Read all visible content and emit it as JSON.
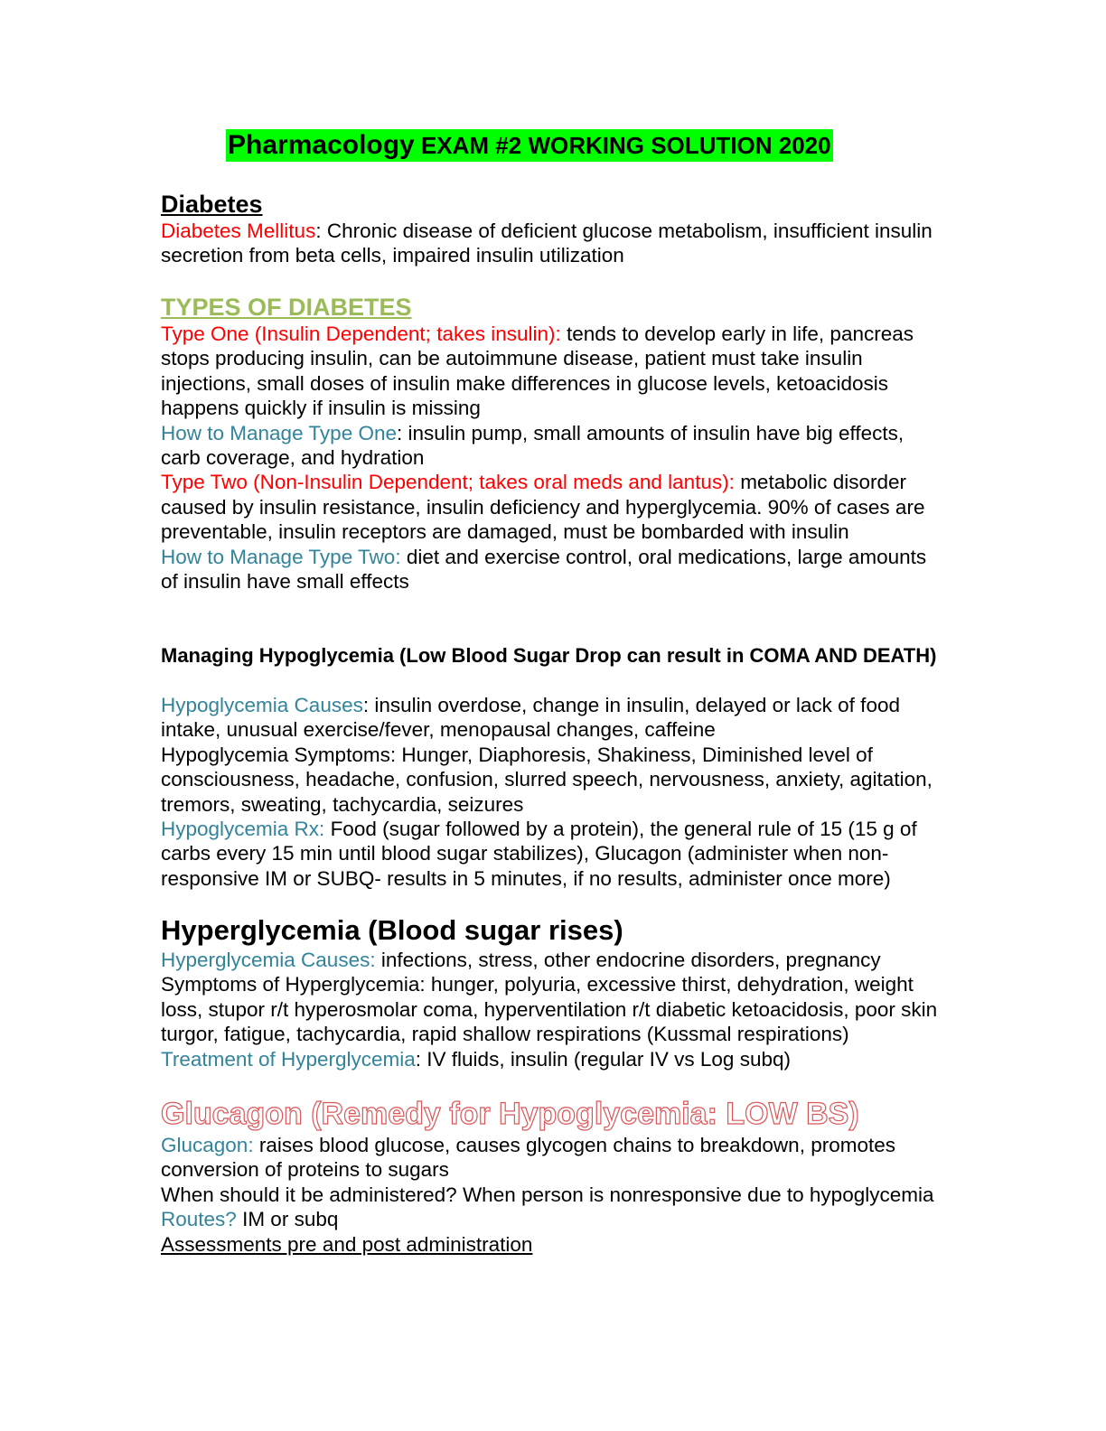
{
  "title": {
    "part1": "Pharmacology",
    "part2": " EXAM #2 WORKING SOLUTION 2020"
  },
  "diabetes": {
    "heading": "Diabetes",
    "label": "Diabetes Mellitus",
    "text": ": Chronic disease of deficient glucose metabolism, insufficient insulin secretion from beta cells, impaired insulin utilization"
  },
  "types": {
    "heading": "TYPES OF DIABETES",
    "paras": [
      {
        "label": "Type One (Insulin Dependent; takes insulin):",
        "text": " tends to develop early in life, pancreas stops producing insulin, can be autoimmune disease, patient must take insulin injections, small doses of insulin make differences in glucose levels, ketoacidosis happens quickly if insulin is missing"
      },
      {
        "label": "How to Manage Type One",
        "text": ": insulin pump, small amounts of insulin have big effects, carb coverage, and hydration"
      },
      {
        "label": "Type Two (Non-Insulin Dependent; takes oral meds and lantus):",
        "text": " metabolic disorder caused by insulin resistance, insulin deficiency and hyperglycemia. 90% of cases are preventable, insulin receptors are damaged, must be bombarded with insulin"
      },
      {
        "label": "How to Manage Type Two:",
        "text": " diet and exercise control, oral medications, large amounts of insulin have small effects"
      }
    ]
  },
  "hypo": {
    "heading": "Managing Hypoglycemia (Low Blood Sugar Drop can result in COMA AND DEATH)",
    "causes_label": "Hypoglycemia Causes",
    "causes_text": ": insulin overdose, change in insulin, delayed or lack of food intake, unusual exercise/fever, menopausal changes, caffeine",
    "symptoms": "Hypoglycemia Symptoms: Hunger, Diaphoresis, Shakiness, Diminished level of consciousness, headache, confusion, slurred speech, nervousness, anxiety, agitation, tremors, sweating, tachycardia, seizures",
    "rx_label": "Hypoglycemia Rx:",
    "rx_text": " Food (sugar followed by a protein), the general rule of 15 (15 g of carbs every 15 min until blood sugar stabilizes), Glucagon (administer when non-responsive IM or SUBQ- results in 5 minutes, if no results, administer once more)"
  },
  "hyper": {
    "heading": "Hyperglycemia (Blood sugar rises)",
    "causes_label": "Hyperglycemia Causes:",
    "causes_text": " infections, stress, other endocrine disorders, pregnancy",
    "symptoms": "Symptoms of Hyperglycemia: hunger, polyuria, excessive thirst, dehydration, weight loss, stupor r/t hyperosmolar coma, hyperventilation r/t diabetic ketoacidosis, poor skin turgor, fatigue, tachycardia, rapid shallow respirations (Kussmal respirations)",
    "tx_label": "Treatment of Hyperglycemia",
    "tx_text": ": IV fluids, insulin (regular IV vs Log subq)"
  },
  "glucagon": {
    "heading": "Glucagon (Remedy for Hypoglycemia: LOW BS)",
    "def_label": "Glucagon:",
    "def_text": " raises blood glucose, causes glycogen chains to breakdown, promotes conversion of proteins to sugars",
    "when": "When should it be administered? When person is nonresponsive due to hypoglycemia",
    "routes_label": "Routes?",
    "routes_text": " IM or subq",
    "assess": "Assessments pre and post administration"
  }
}
